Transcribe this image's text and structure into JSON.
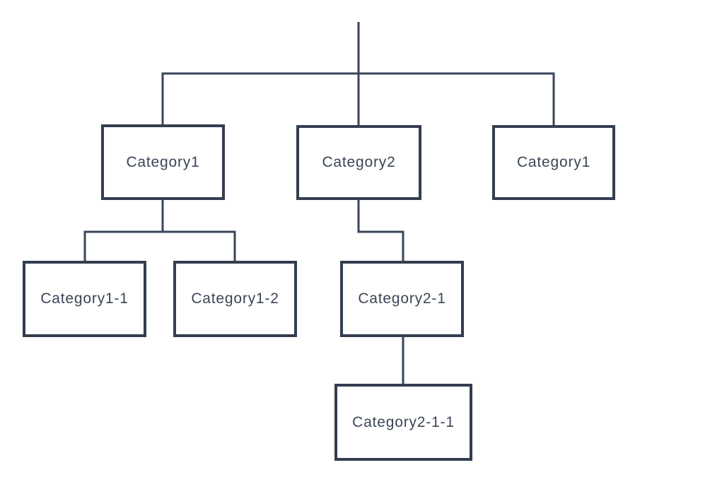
{
  "diagram": {
    "type": "tree",
    "colors": {
      "background": "#ffffff",
      "node_border": "#333e4f",
      "node_fill": "#ffffff",
      "connector": "#39455a",
      "label_text": "#3a4656"
    },
    "nodes": [
      {
        "id": "cat1",
        "label": "Category1",
        "parent": null
      },
      {
        "id": "cat2",
        "label": "Category2",
        "parent": null
      },
      {
        "id": "cat1b",
        "label": "Category1",
        "parent": null
      },
      {
        "id": "cat1-1",
        "label": "Category1-1",
        "parent": "cat1"
      },
      {
        "id": "cat1-2",
        "label": "Category1-2",
        "parent": "cat1"
      },
      {
        "id": "cat2-1",
        "label": "Category2-1",
        "parent": "cat2"
      },
      {
        "id": "cat2-1-1",
        "label": "Category2-1-1",
        "parent": "cat2-1"
      }
    ],
    "edges": [
      {
        "from": "offscreen-parent",
        "to": "cat1"
      },
      {
        "from": "offscreen-parent",
        "to": "cat2"
      },
      {
        "from": "offscreen-parent",
        "to": "cat1b"
      },
      {
        "from": "cat1",
        "to": "cat1-1"
      },
      {
        "from": "cat1",
        "to": "cat1-2"
      },
      {
        "from": "cat2",
        "to": "cat2-1"
      },
      {
        "from": "cat2-1",
        "to": "cat2-1-1"
      }
    ]
  }
}
